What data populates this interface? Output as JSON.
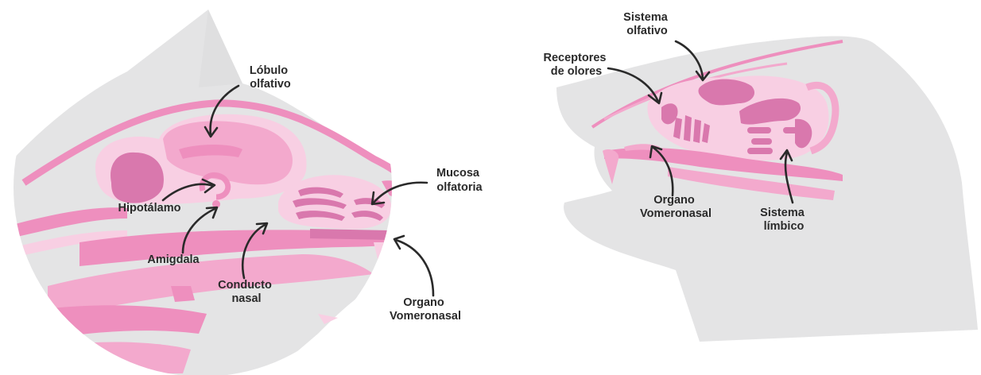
{
  "colors": {
    "head": "#e4e4e5",
    "pink_dark": "#ee8fbe",
    "pink_mid": "#f3a9cd",
    "pink_light": "#f8cfe3",
    "organ_dark": "#d978ad",
    "label": "#2a2a2a"
  },
  "cat": {
    "labels": [
      {
        "id": "lobulo",
        "lines": [
          "Lóbulo",
          "olfativo"
        ]
      },
      {
        "id": "mucosa",
        "lines": [
          "Mucosa",
          "olfatoria"
        ]
      },
      {
        "id": "hipotalamo",
        "lines": [
          "Hipotálamo"
        ]
      },
      {
        "id": "amigdala",
        "lines": [
          "Amigdala"
        ]
      },
      {
        "id": "conducto",
        "lines": [
          "Conducto",
          "nasal"
        ]
      },
      {
        "id": "organo",
        "lines": [
          "Organo",
          "Vomeronasal"
        ]
      }
    ]
  },
  "dog": {
    "labels": [
      {
        "id": "sistema-olfativo",
        "lines": [
          "Sistema",
          "olfativo"
        ]
      },
      {
        "id": "receptores",
        "lines": [
          "Receptores",
          "de olores"
        ]
      },
      {
        "id": "organo",
        "lines": [
          "Organo",
          "Vomeronasal"
        ]
      },
      {
        "id": "limbico",
        "lines": [
          "Sistema",
          "límbico"
        ]
      }
    ]
  }
}
